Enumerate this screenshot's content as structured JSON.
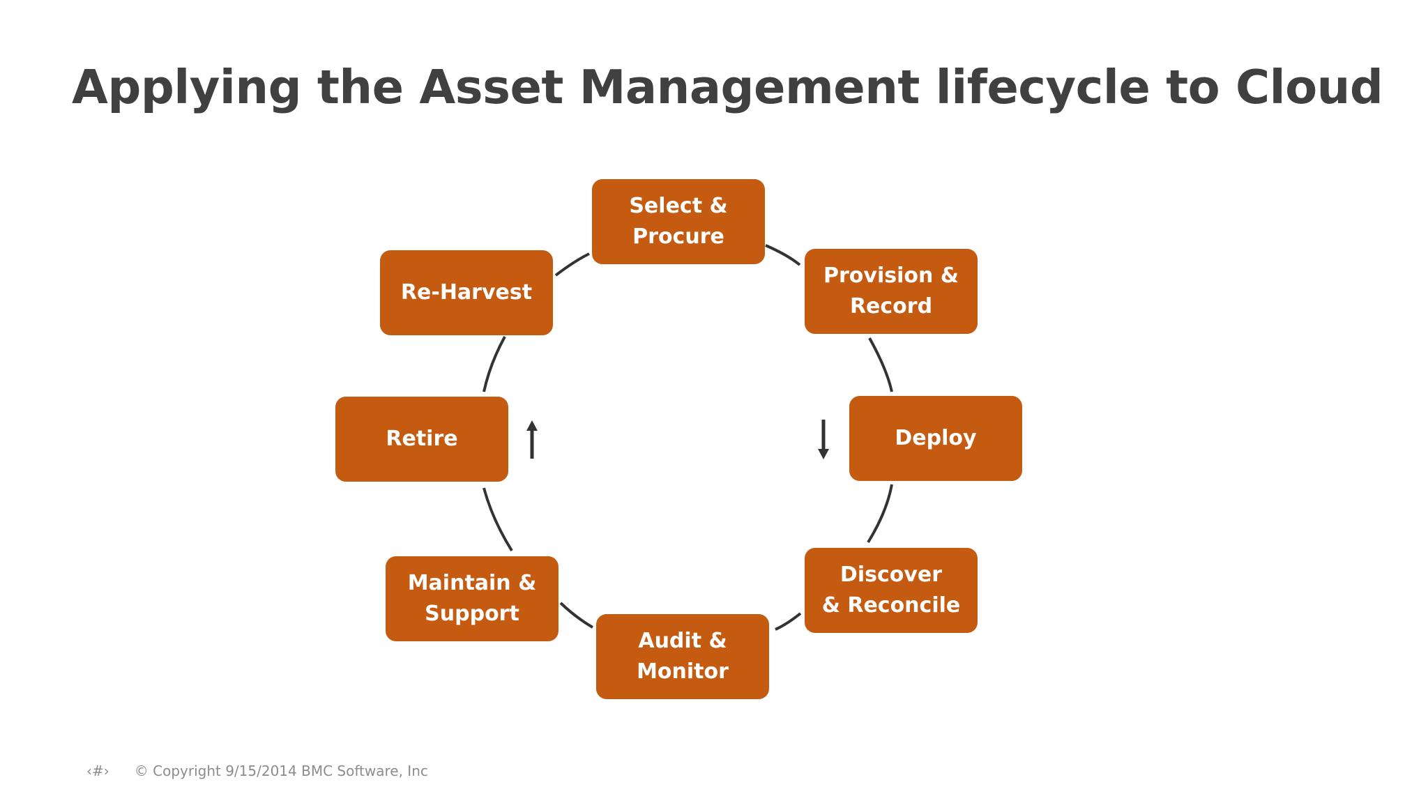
{
  "title": "Applying the Asset Management lifecycle to Cloud",
  "stages": [
    {
      "id": "select-procure",
      "label": "Select & Procure"
    },
    {
      "id": "provision-record",
      "label": "Provision & Record"
    },
    {
      "id": "deploy",
      "label": "Deploy"
    },
    {
      "id": "discover-reconcile",
      "label": "Discover\n& Reconcile"
    },
    {
      "id": "audit-monitor",
      "label": "Audit & Monitor"
    },
    {
      "id": "maintain-support",
      "label": "Maintain &\nSupport"
    },
    {
      "id": "retire",
      "label": "Retire"
    },
    {
      "id": "re-harvest",
      "label": "Re-Harvest"
    }
  ],
  "footer": {
    "page_marker": "‹#›",
    "copyright": "© Copyright 9/15/2014 BMC Software, Inc"
  },
  "colors": {
    "box": "#c55a11",
    "box_text": "#ffffff",
    "title": "#404040",
    "connector": "#333333",
    "footer": "#8c8c8c"
  }
}
